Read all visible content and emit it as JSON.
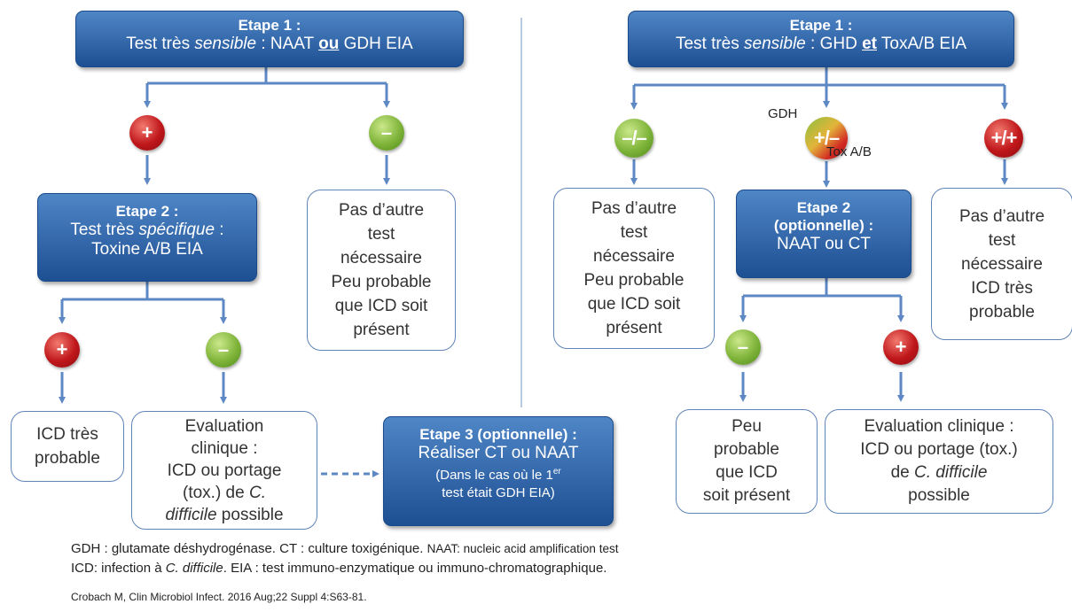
{
  "left": {
    "step1": {
      "title": "Etape 1 :",
      "pre": "Test très ",
      "em": "sensible",
      "mid": " : NAAT ",
      "u": "ou",
      "post": " GDH EIA"
    },
    "pos1": "+",
    "neg1": "–",
    "step2": {
      "title": "Etape 2 :",
      "pre": "Test très ",
      "em": "spécifique",
      "post": " :",
      "line2": "Toxine A/B EIA"
    },
    "no_test": [
      "Pas d’autre",
      "test",
      "nécessaire",
      "Peu probable",
      "que ICD soit",
      "présent"
    ],
    "pos2": "+",
    "neg2": "–",
    "icd_probable": [
      "ICD très",
      "probable"
    ],
    "eval": {
      "l1": "Evaluation",
      "l2": "clinique :",
      "l3": "ICD ou portage",
      "l4a": "(tox.) de ",
      "l4b": "C.",
      "l5a": "difficile",
      "l5b": " possible"
    },
    "step3": {
      "title": "Etape 3 (optionnelle) :",
      "l1": "Réaliser CT ou NAAT",
      "l2": "(Dans le cas où le 1",
      "sup": "er",
      "l3": "test était GDH EIA)"
    }
  },
  "right": {
    "step1": {
      "title": "Etape 1 :",
      "pre": "Test très ",
      "em": "sensible",
      "mid": " : GHD ",
      "u": "et",
      "post": " ToxA/B EIA"
    },
    "neg": "–/–",
    "mixed": "+/–",
    "gdh_label": "GDH",
    "tox_label": "Tox A/B",
    "pos": "+/+",
    "no_test": [
      "Pas d’autre",
      "test",
      "nécessaire",
      "Peu probable",
      "que ICD soit",
      "présent"
    ],
    "step2": {
      "title": "Etape 2",
      "l2": "(optionnelle) :",
      "l3": "NAAT ou CT"
    },
    "icd_probable": [
      "Pas d’autre",
      "test",
      "nécessaire",
      "ICD très",
      "probable"
    ],
    "neg2": "–",
    "pos2": "+",
    "unlikely": [
      "Peu",
      "probable",
      "que ICD",
      "soit présent"
    ],
    "eval": {
      "l1": "Evaluation clinique :",
      "l2": "ICD ou portage (tox.)",
      "l3a": "de ",
      "l3b": "C. difficile",
      "l4": "possible"
    }
  },
  "footer": {
    "line1a": "GDH : glutamate déshydrogénase. CT : culture toxigénique. ",
    "line1b": "NAAT: nucleic acid amplification test",
    "line2a": "ICD: infection à ",
    "line2b": "C. difficile",
    "line2c": ". EIA : test immuno-enzymatique  ou immuno-chromatographique.",
    "citation": "Crobach M, Clin Microbiol Infect. 2016 Aug;22 Suppl 4:S63-81."
  },
  "colors": {
    "box_blue": "#1d4f93",
    "arrow_blue": "#5d88c4",
    "positive_red": "#c0171b",
    "negative_green": "#7fb43a"
  }
}
